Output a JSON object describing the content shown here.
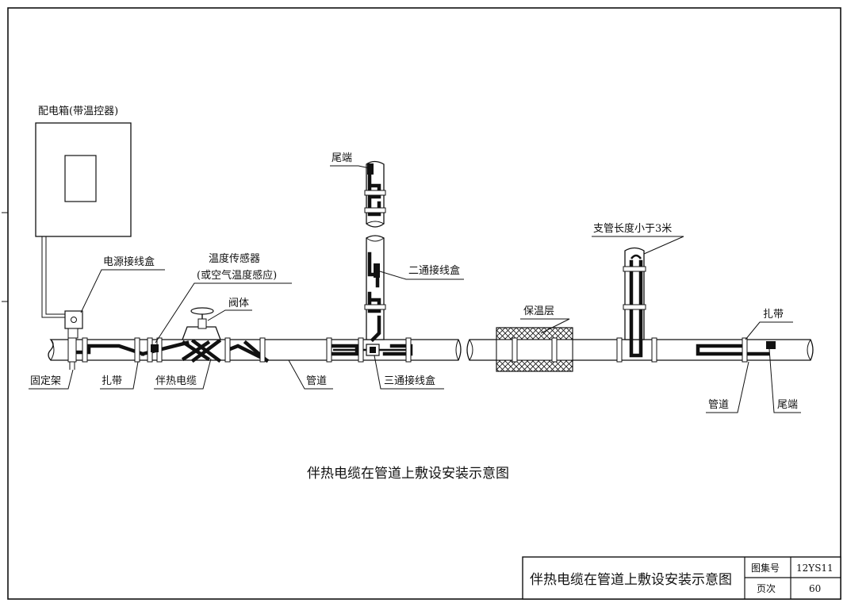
{
  "drawing": {
    "caption": "伴热电缆在管道上敷设安装示意图",
    "labels": {
      "power_box": "配电箱(带温控器)",
      "power_junction": "电源接线盒",
      "temp_sensor_line1": "温度传感器",
      "temp_sensor_line2": "(或空气温度感应)",
      "valve_body": "阀体",
      "tail_end_top": "尾端",
      "two_way_box": "二通接线盒",
      "branch_length": "支管长度小于3米",
      "insulation": "保温层",
      "strap_right": "扎带",
      "fixed_bracket": "固定架",
      "strap_left": "扎带",
      "tracing_cable": "伴热电缆",
      "pipe_main": "管道",
      "three_way_box": "三通接线盒",
      "pipe_right": "管道",
      "tail_end_right": "尾端"
    }
  },
  "title_block": {
    "title": "伴热电缆在管道上敷设安装示意图",
    "atlas_label": "图集号",
    "atlas_value": "12YS11",
    "page_label": "页次",
    "page_value": "60"
  }
}
